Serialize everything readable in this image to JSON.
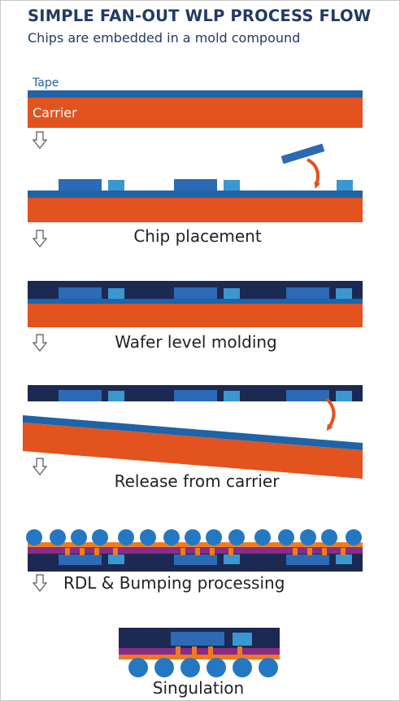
{
  "header": {
    "title": "SIMPLE FAN-OUT WLP PROCESS FLOW",
    "subtitle": "Chips are embedded in a mold compound"
  },
  "labels": {
    "tape": "Tape",
    "carrier": "Carrier"
  },
  "steps": [
    {
      "label": "Chip placement"
    },
    {
      "label": "Wafer level molding"
    },
    {
      "label": "Release from carrier"
    },
    {
      "label": "RDL & Bumping processing"
    },
    {
      "label": "Singulation"
    }
  ],
  "colors": {
    "title": "#233a63",
    "tape": "#1f63a8",
    "carrier": "#e2531f",
    "mold": "#1c2952",
    "chip": "#2d6ab5",
    "chip_small": "#3a97cf",
    "rdl_orange": "#f07b1e",
    "rdl_purple": "#8a2b86",
    "bump": "#2478c3",
    "arrow": "#e2531f"
  },
  "icons": {
    "flow_arrow": "hollow-down-arrow",
    "motion_arrow": "curved-arrow"
  }
}
